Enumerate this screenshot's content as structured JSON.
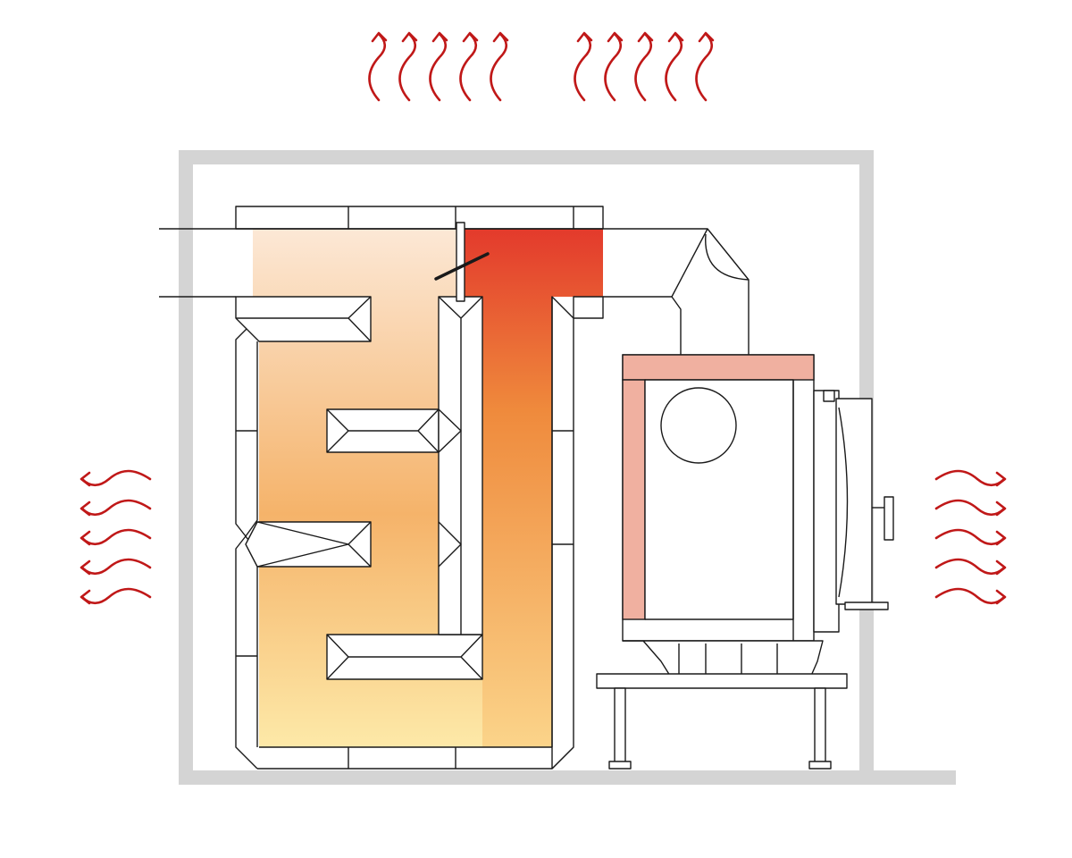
{
  "colors": {
    "background": "#ffffff",
    "enclosure_wall": "#d4d4d4",
    "outline": "#1a1a1a",
    "heat_arrow": "#c01818",
    "warm_top": "#fce8d6",
    "warm_mid": "#f5b36a",
    "warm_bottom": "#fde9a8",
    "hot_top": "#e33a2c",
    "hot_mid": "#ef8a3c",
    "hot_bottom": "#fbd48a",
    "firebox_lining": "#f0b0a0"
  },
  "icons": {
    "heat_up": "wavy-arrow-up-icon",
    "heat_left": "wavy-arrow-left-icon",
    "heat_right": "wavy-arrow-right-icon",
    "damper": "damper-blade-icon"
  },
  "heat_radiation": {
    "upward_arrow_count": 10,
    "left_arrow_count": 5,
    "right_arrow_count": 5
  }
}
